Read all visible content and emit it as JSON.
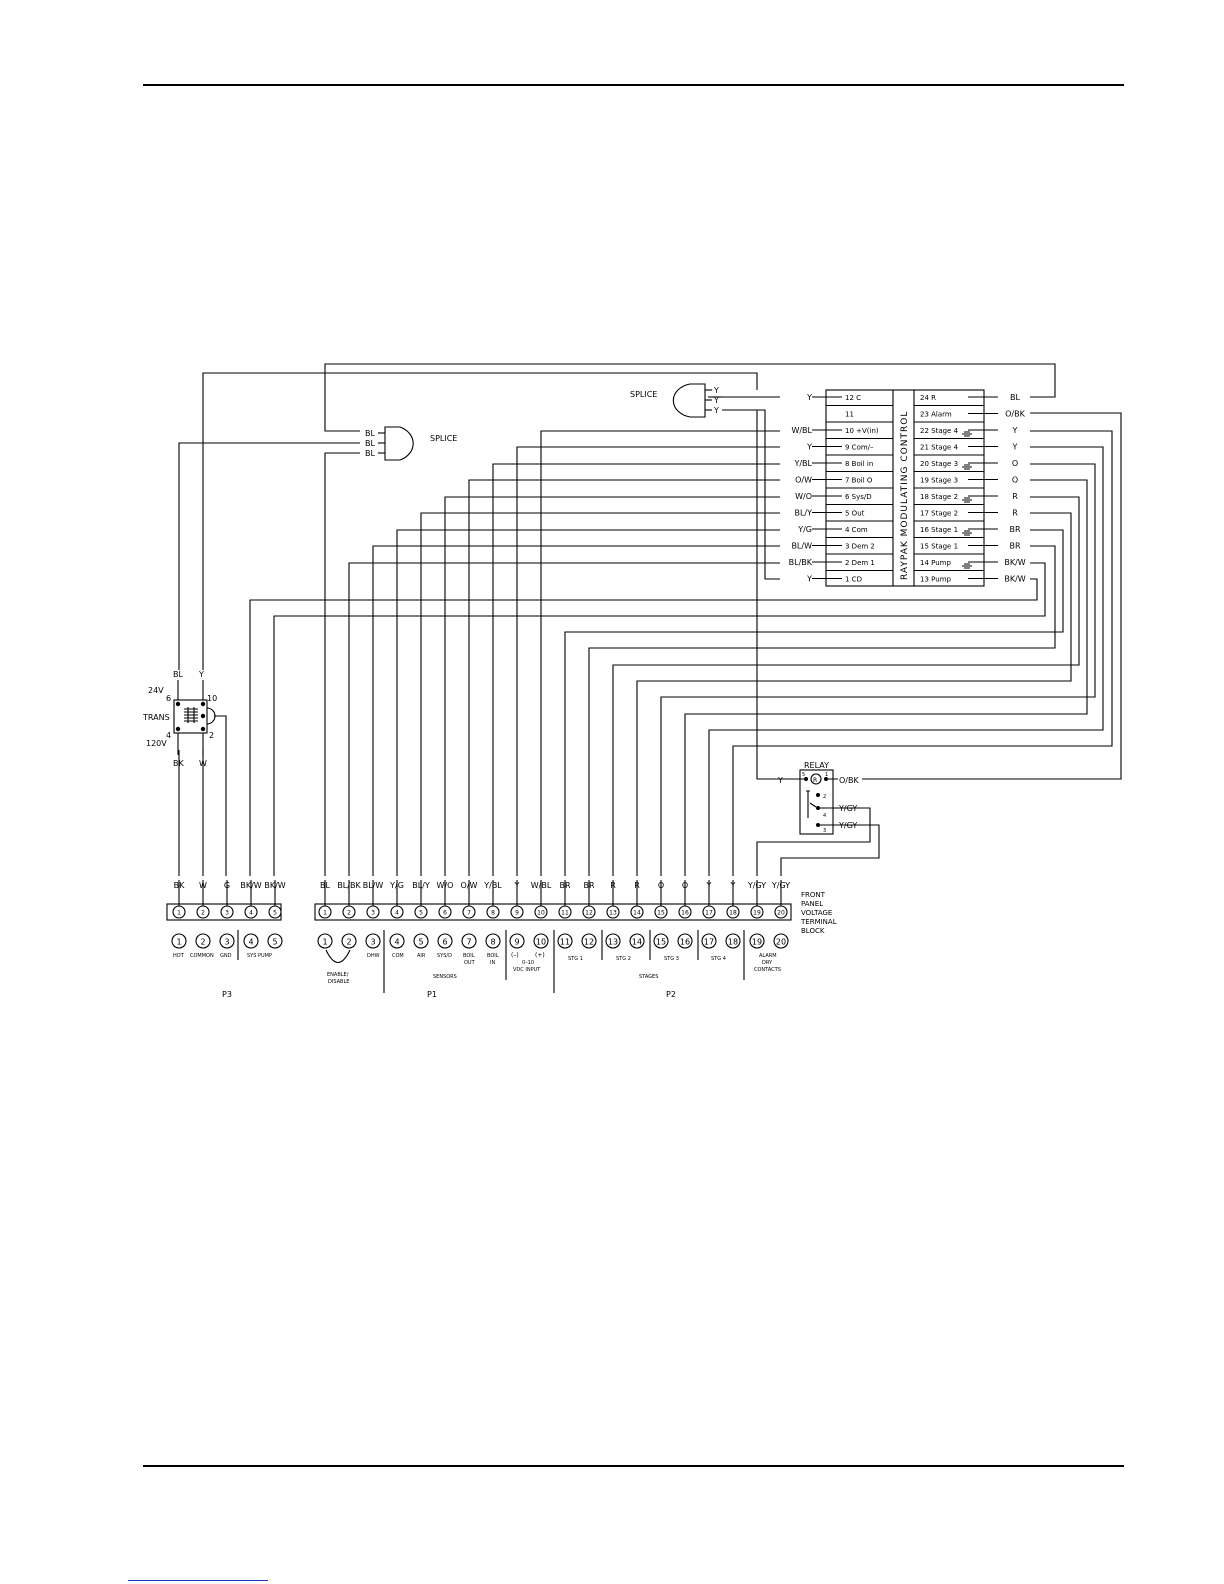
{
  "splice_left": {
    "label": "SPLICE",
    "wires": [
      "BL",
      "BL",
      "BL"
    ]
  },
  "splice_top": {
    "label": "SPLICE",
    "wires": [
      "Y",
      "Y",
      "Y"
    ]
  },
  "control": {
    "title": "RAYPAK MODULATING CONTROL",
    "left_terminals": [
      {
        "label": "12  C",
        "wire": "Y"
      },
      {
        "label": "11",
        "wire": ""
      },
      {
        "label": "10 +V(in)",
        "wire": "W/BL"
      },
      {
        "label": "9 Com/–",
        "wire": "Y"
      },
      {
        "label": "8 Boil in",
        "wire": "Y/BL"
      },
      {
        "label": "7 Boil O",
        "wire": "O/W"
      },
      {
        "label": "6 Sys/D",
        "wire": "W/O"
      },
      {
        "label": "5 Out",
        "wire": "BL/Y"
      },
      {
        "label": "4 Com",
        "wire": "Y/G"
      },
      {
        "label": "3 Dem 2",
        "wire": "BL/W"
      },
      {
        "label": "2 Dem 1",
        "wire": "BL/BK"
      },
      {
        "label": "1 CD",
        "wire": "Y"
      }
    ],
    "right_terminals": [
      {
        "label": "24  R",
        "wire": "BL"
      },
      {
        "label": "23 Alarm",
        "wire": "O/BK"
      },
      {
        "label": "22 Stage 4",
        "wire": "Y"
      },
      {
        "label": "21 Stage 4",
        "wire": "Y"
      },
      {
        "label": "20 Stage 3",
        "wire": "O"
      },
      {
        "label": "19 Stage 3",
        "wire": "O"
      },
      {
        "label": "18 Stage 2",
        "wire": "R"
      },
      {
        "label": "17 Stage 2",
        "wire": "R"
      },
      {
        "label": "16 Stage 1",
        "wire": "BR"
      },
      {
        "label": "15 Stage 1",
        "wire": "BR"
      },
      {
        "label": "14 Pump",
        "wire": "BK/W"
      },
      {
        "label": "13 Pump",
        "wire": "BK/W"
      }
    ]
  },
  "transformer": {
    "label": "TRANS",
    "voltage_top": "24V",
    "voltage_bottom": "120V",
    "pins": {
      "p6": "6",
      "p10": "10",
      "p4": "4",
      "p2": "2"
    },
    "wires_top": [
      "BL",
      "Y"
    ],
    "wires_bottom": [
      "BK",
      "W"
    ]
  },
  "relay": {
    "label": "RELAY",
    "coil": "R",
    "in_wire": "Y",
    "out_wire": "O/BK",
    "pins": [
      "5",
      "1",
      "2",
      "4",
      "3"
    ],
    "contact_wires": [
      "Y/GY",
      "Y/GY"
    ]
  },
  "terminal_block": {
    "label_lines": [
      "FRONT",
      "PANEL",
      "VOLTAGE",
      "TERMINAL",
      "BLOCK"
    ],
    "p3_wires": [
      "BK",
      "W",
      "G",
      "BK/W",
      "BK/W"
    ],
    "p3_numbers": [
      "1",
      "2",
      "3",
      "4",
      "5"
    ],
    "p12_wires": [
      "BL",
      "BL/BK",
      "BL/W",
      "Y/G",
      "BL/Y",
      "W/O",
      "O/W",
      "Y/BL",
      "Y",
      "W/BL",
      "BR",
      "BR",
      "R",
      "R",
      "O",
      "O",
      "Y",
      "Y",
      "Y/GY",
      "Y/GY"
    ],
    "p12_numbers": [
      "1",
      "2",
      "3",
      "4",
      "5",
      "6",
      "7",
      "8",
      "9",
      "10",
      "11",
      "12",
      "13",
      "14",
      "15",
      "16",
      "17",
      "18",
      "19",
      "20"
    ]
  },
  "legend": {
    "p3": {
      "numbers": [
        "1",
        "2",
        "3",
        "4",
        "5"
      ],
      "labels": [
        "HOT",
        "COMMON",
        "GND",
        "SYS PUMP"
      ],
      "group": "P3"
    },
    "p1": {
      "numbers": [
        "1",
        "2",
        "3",
        "4",
        "5",
        "6",
        "7",
        "8",
        "9",
        "10"
      ],
      "labels": [
        "ENABLE/",
        "DISABLE",
        "DHW",
        "COM",
        "AIR",
        "SYS/D",
        "BOIL",
        "OUT",
        "BOIL",
        "IN",
        "(–)",
        "(+)",
        "0–10",
        "VDC INPUT",
        "SENSORS"
      ],
      "group": "P1"
    },
    "p2": {
      "numbers": [
        "11",
        "12",
        "13",
        "14",
        "15",
        "16",
        "17",
        "18",
        "19",
        "20"
      ],
      "labels": [
        "STG 1",
        "STG 2",
        "STG 3",
        "STG 4",
        "ALARM",
        "DRY",
        "CONTACTS",
        "STAGES"
      ],
      "group": "P2"
    }
  }
}
